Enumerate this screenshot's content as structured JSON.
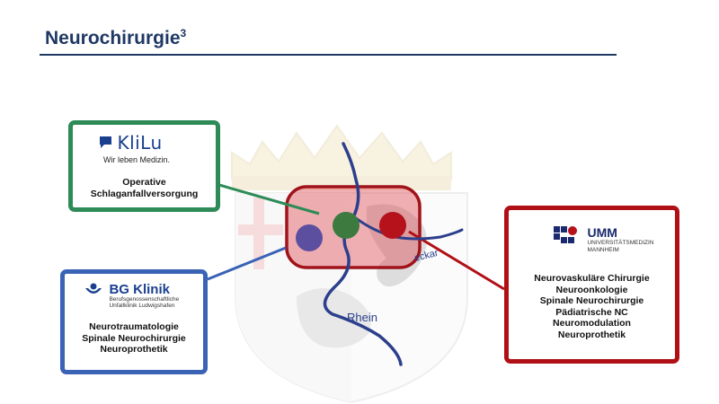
{
  "title": {
    "text": "Neurochirurgie",
    "superscript": "3"
  },
  "map": {
    "river_rhein": "Rhein",
    "river_neckar": "eckar",
    "colors": {
      "green": "#3d7a3f",
      "purple": "#5c4fa0",
      "red": "#b5121b",
      "region_border": "#a0131a",
      "river": "#2c3f8c"
    }
  },
  "institutions": {
    "klilu": {
      "logo_name": "KliLu",
      "logo_icon": "speech-bubble-icon",
      "tagline": "Wir leben Medizin.",
      "lines": [
        "Operative",
        "Schlaganfallversorgung"
      ],
      "color": "#2e8b57"
    },
    "bg": {
      "logo_name": "BG Klinik",
      "logo_icon": "bg-person-icon",
      "sub1": "Berufsgenossenschaftliche",
      "sub2": "Unfallklinik Ludwigshafen",
      "lines": [
        "Neurotraumatologie",
        "Spinale Neurochirurgie",
        "Neuroprothetik"
      ],
      "color": "#3a62b5"
    },
    "umm": {
      "logo_name": "UMM",
      "logo_icon": "umm-square-icon",
      "sub1": "UNIVERSITÄTSMEDIZIN",
      "sub2": "MANNHEIM",
      "lines": [
        "Neurovaskuläre Chirurgie",
        "Neuroonkologie",
        "Spinale Neurochirurgie",
        "Pädiatrische NC",
        "Neuromodulation",
        "Neuroprothetik"
      ],
      "color": "#b01015"
    }
  }
}
